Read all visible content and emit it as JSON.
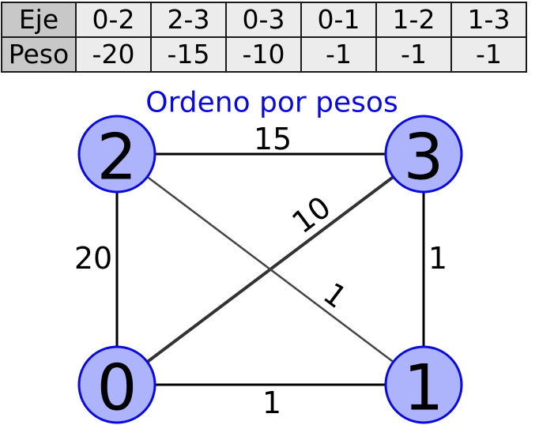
{
  "table": {
    "header_label": "Eje",
    "weight_label": "Peso",
    "columns": [
      {
        "edge": "0-2",
        "weight": "-20"
      },
      {
        "edge": "2-3",
        "weight": "-15"
      },
      {
        "edge": "0-3",
        "weight": "-10"
      },
      {
        "edge": "0-1",
        "weight": "-1"
      },
      {
        "edge": "1-2",
        "weight": "-1"
      },
      {
        "edge": "1-3",
        "weight": "-1"
      }
    ]
  },
  "graph": {
    "title": "Ordeno por pesos",
    "nodes": [
      {
        "id": "0",
        "label": "0"
      },
      {
        "id": "1",
        "label": "1"
      },
      {
        "id": "2",
        "label": "2"
      },
      {
        "id": "3",
        "label": "3"
      }
    ],
    "edges": [
      {
        "from": "0",
        "to": "2",
        "weight": "20"
      },
      {
        "from": "2",
        "to": "3",
        "weight": "15"
      },
      {
        "from": "0",
        "to": "3",
        "weight": "10"
      },
      {
        "from": "0",
        "to": "1",
        "weight": "1"
      },
      {
        "from": "1",
        "to": "2",
        "weight": "1"
      },
      {
        "from": "1",
        "to": "3",
        "weight": "1"
      }
    ],
    "colors": {
      "node_fill": "#aeb4fb",
      "node_stroke": "#0a0adc",
      "title": "#0a0adc",
      "edge": "#000000"
    }
  }
}
